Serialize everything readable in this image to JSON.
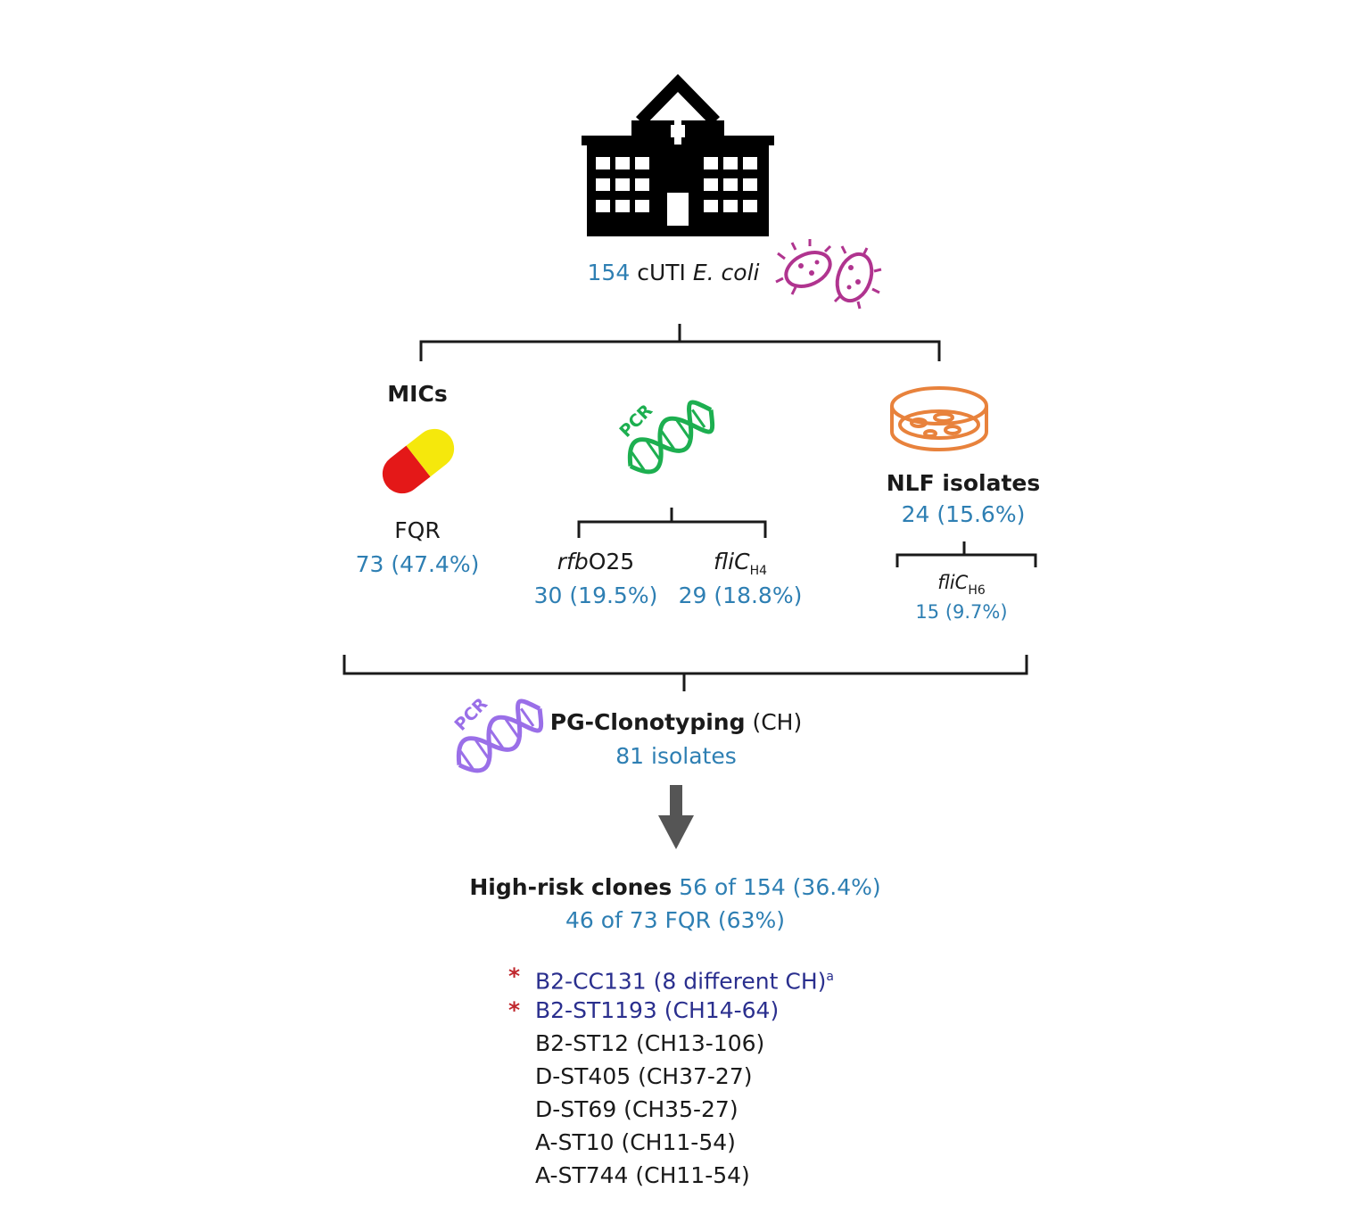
{
  "header": {
    "count": "154",
    "label": "cUTI",
    "organism": "E. coli"
  },
  "branches": {
    "mics": {
      "title": "MICs",
      "drug": "FQR",
      "drug_count": "73 (47.4%)"
    },
    "pcr": {
      "icon_label": "PCR",
      "gene1_italic": "rfb",
      "gene1_suffix": "O25",
      "gene1_count": "30 (19.5%)",
      "gene2_italic": "fliC",
      "gene2_sub": "H4",
      "gene2_count": "29 (18.8%)"
    },
    "nlf": {
      "title": "NLF isolates",
      "count": "24 (15.6%)",
      "gene_italic": "fliC",
      "gene_sub": "H6",
      "gene_count": "15 (9.7%)"
    }
  },
  "clonotyping": {
    "icon_label": "PCR",
    "title": "PG-Clonotyping",
    "title_suffix": "(CH)",
    "count": "81 isolates"
  },
  "high_risk": {
    "title": "High-risk clones",
    "stat1": "56 of 154 (36.4%)",
    "stat2": "46 of 73 FQR (63%)",
    "marker": "*",
    "clones": [
      {
        "text": "B2-CC131 (8 different CH)",
        "sup": "a",
        "starred": true
      },
      {
        "text": "B2-ST1193 (CH14-64)",
        "sup": "",
        "starred": true
      },
      {
        "text": "B2-ST12 (CH13-106)",
        "sup": "",
        "starred": false
      },
      {
        "text": "D-ST405 (CH37-27)",
        "sup": "",
        "starred": false
      },
      {
        "text": "D-ST69 (CH35-27)",
        "sup": "",
        "starred": false
      },
      {
        "text": "A-ST10 (CH11-54)",
        "sup": "",
        "starred": false
      },
      {
        "text": "A-ST744 (CH11-54)",
        "sup": "",
        "starred": false
      }
    ]
  },
  "colors": {
    "accent_blue": "#2e7fb3",
    "clone_navy": "#2a2f8e",
    "star_red": "#c0272d",
    "dna_green": "#1daf50",
    "dna_purple": "#9a6fe8",
    "petri_orange": "#e8823c",
    "bacteria_magenta": "#b0348f",
    "capsule_red": "#e41818",
    "capsule_yellow": "#f5e80c",
    "arrow_gray": "#555555"
  },
  "icons": [
    "hospital-icon",
    "bacteria-icon",
    "capsule-icon",
    "dna-pcr-icon",
    "petri-dish-icon",
    "arrow-down-icon"
  ]
}
